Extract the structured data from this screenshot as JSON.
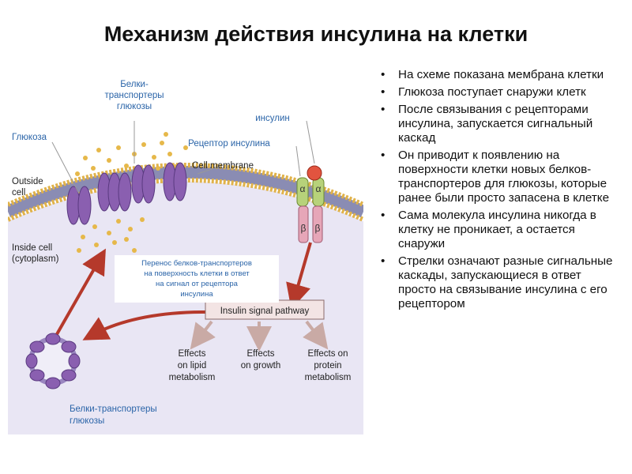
{
  "title": "Механизм действия инсулина на клетки",
  "bullets": [
    "На схеме показана мембрана клетки",
    "Глюкоза поступает снаружи клетк",
    "После связывания с рецепторами инсулина, запускается сигнальный каскад",
    "Он приводит к появлению на поверхности клетки новых белков-транспортеров для глюкозы, которые ранее были просто запасена в клетке",
    "Сама молекула инсулина никогда в клетку не проникает, а остается снаружи",
    "Стрелки означают разные сигнальные каскады, запускающиеся в ответ просто на связывание инсулина с его рецептором"
  ],
  "bullet_marker": "•",
  "diagram": {
    "label_transporters_top": [
      "Белки-",
      "транспортеры",
      "глюкозы"
    ],
    "label_glucose": "Глюкоза",
    "label_insulin": "инсулин",
    "label_receptor": "Рецептор инсулина",
    "label_cell_membrane": "Cell membrane",
    "label_outside_cell": [
      "Outside",
      "cell"
    ],
    "label_inside_cell": [
      "Inside cell",
      "(cytoplasm)"
    ],
    "label_transfer_note": [
      "Перенос белков-транспортеров",
      "на поверхность клетки в ответ",
      "на сигнал от рецептора",
      "инсулина"
    ],
    "label_pathway": "Insulin signal pathway",
    "effect_lipid": [
      "Effects",
      "on lipid",
      "metabolism"
    ],
    "effect_growth": [
      "Effects",
      "on growth"
    ],
    "effect_protein": [
      "Effects on",
      "protein",
      "metabolism"
    ],
    "label_transporters_bottom": [
      "Белки-транспортеры",
      "глюкозы"
    ],
    "receptor_alpha": "α",
    "receptor_beta": "β",
    "colors": {
      "membrane_head": "#e0b24a",
      "membrane_tail": "#7d7fa8",
      "cytoplasm": "#e9e6f4",
      "transporter": "#8a5fb0",
      "receptor_alpha": "#b7d27a",
      "receptor_beta": "#e6a6b8",
      "insulin": "#e2543f",
      "arrow": "#b5392b",
      "label_blue": "#2a64a8"
    }
  }
}
